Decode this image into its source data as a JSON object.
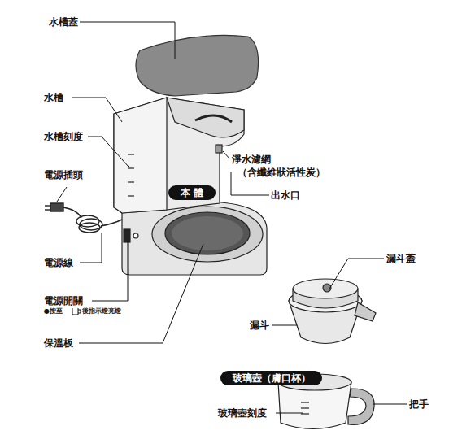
{
  "diagram": {
    "nodes": [
      {
        "text": [
          "本 體"
        ]
      },
      {
        "text": [
          "玻璃壺（膚口杯）"
        ]
      }
    ],
    "labels": [
      "水槽蓋",
      "水槽",
      "水槽刻度",
      "電源插頭",
      "電源線",
      "電源開關",
      "●按至",
      "後指示燈亮燈",
      "保溫板",
      "淨水濾網",
      "（含纖維狀活性炭）",
      "出水口",
      "漏斗蓋",
      "漏斗",
      "玻璃壺刻度",
      "把手"
    ]
  }
}
